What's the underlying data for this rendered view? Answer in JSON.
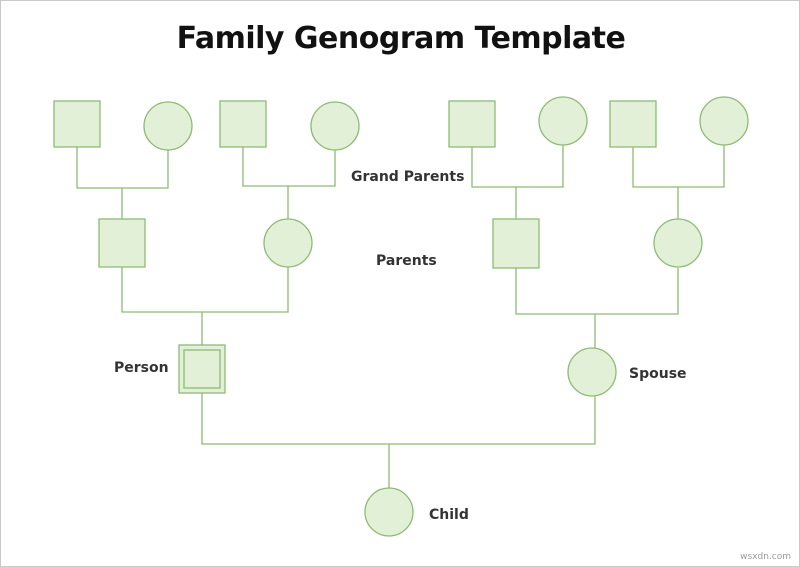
{
  "title": "Family Genogram Template",
  "labels": {
    "grandparents": "Grand Parents",
    "parents": "Parents",
    "person": "Person",
    "spouse": "Spouse",
    "child": "Child"
  },
  "watermark": "wsxdn.com",
  "colors": {
    "node_fill": "#e3f0d8",
    "node_stroke": "#8dbb73",
    "text": "#333333"
  }
}
